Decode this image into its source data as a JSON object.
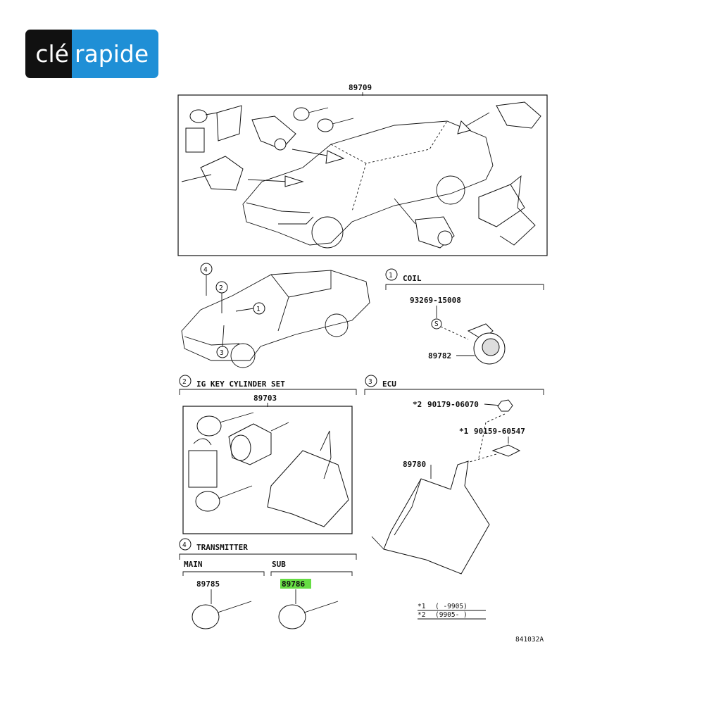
{
  "logo": {
    "part1": "clé",
    "part2": "rapide",
    "color_dark": "#111111",
    "color_blue": "#1f8fd6"
  },
  "diagram": {
    "assembly_top": "89709",
    "sections": [
      {
        "num": "1",
        "title": "COIL"
      },
      {
        "num": "2",
        "title": "IG KEY CYLINDER SET"
      },
      {
        "num": "3",
        "title": "ECU"
      },
      {
        "num": "4",
        "title": "TRANSMITTER"
      }
    ],
    "callouts": [
      "1",
      "2",
      "3",
      "4"
    ],
    "coil_parts": {
      "screw": "93269-15008",
      "coil": "89782",
      "screw_symbol": "S"
    },
    "ig_set": "89703",
    "ecu_parts": {
      "nut_mark": "*2",
      "nut": "90179-06070",
      "bolt_mark": "*1",
      "bolt": "90159-60547",
      "ecu": "89780"
    },
    "transmitter": {
      "main_label": "MAIN",
      "sub_label": "SUB",
      "main_part": "89785",
      "sub_part": "89786"
    },
    "footnotes": [
      {
        "mark": "*1",
        "range": "(      -9905)"
      },
      {
        "mark": "*2",
        "range": "(9905-      )"
      }
    ],
    "figure_id": "841032A",
    "highlight_color": "#66dd44"
  }
}
